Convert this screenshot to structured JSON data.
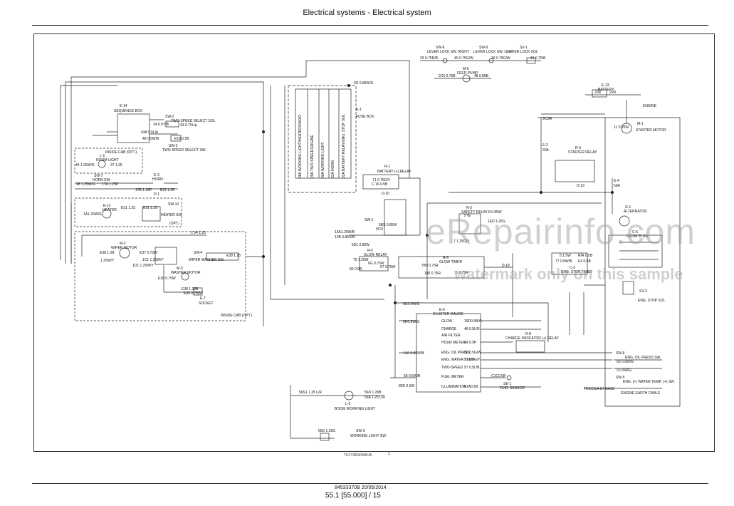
{
  "header": {
    "title": "Electrical systems - Electrical system"
  },
  "footer": {
    "drawing_code": "TU1Y36N005BJA",
    "drawing_number": "1",
    "doc_id": "84533370B 20/05/2014",
    "page_ref": "55.1 [55.000] / 15"
  },
  "watermark": {
    "line1": "eRepairinfo.com",
    "line2": "watermark only on this sample"
  },
  "components": {
    "sw8": "SW-8",
    "sw8_name": "LEVER LOCK SW. RIGHT",
    "sw9": "SW-9",
    "sw9_name": "LEVER LOCK SW. LEFT",
    "sv1": "SV-1",
    "sv1_name": "LEVER LOCK SOL",
    "m5": "M-5",
    "m5_name": "FEED PUMP",
    "e13": "E-13",
    "e13_name": "BATTERY",
    "engine": "ENGINE",
    "m1": "M-1",
    "m1_name": "STARTER MOTOR",
    "e14": "E-14",
    "e14_name": "SEQUENCE BOX",
    "sw2": "SW-2",
    "sw2_name": "TWO-SPEED SELECT SOL",
    "sw3": "SW-3",
    "sw3_name": "TWO-SPEED SELECT SW.",
    "e1": "E-1",
    "e1_name": "FUSE BOX",
    "inside_cab": "INSIDE CAB (OPT.)",
    "l1": "L-1",
    "l1_name": "ROOM LIGHT",
    "sw7": "SW-7",
    "sw7_name": "HORN SW.",
    "e3": "E-3",
    "e3_name": "HORN",
    "r1": "R-1",
    "r1_name": "BATTERY (+) RELAY",
    "e2": "E-2",
    "e2_fuse": "60A",
    "r3": "R-3",
    "r3_name": "STARTER RELAY",
    "d13": "D-13",
    "e4": "E-4",
    "e4_fuse": "50A",
    "g1": "G-1",
    "g1_name": "ALTERNATOR",
    "c6": "C-6",
    "c6_name": "GLOW PLUG",
    "d1": "D-1",
    "e12": "E-12",
    "e12_name": "HEATER",
    "sw10": "SW-10",
    "sw10_name": "HEATER SW.",
    "opt": "(OPT.)",
    "sw1": "SW-1",
    "r2": "R-2",
    "r2_name": "SAFETY RELAY",
    "d10": "D-10",
    "m2": "M-2",
    "m2_name": "WIPER MOTOR",
    "sw4": "SW-4",
    "sw4_name": "WIPER WASHER SW.",
    "m3": "M-3",
    "m3_name": "WASHER MOTOR",
    "e7": "E-7",
    "e7_name": "SOCKET",
    "inside_cab2": "INSIDE CAB (OPT.)",
    "r5": "R-5",
    "r5_name": "GLOW RELAY",
    "r6": "R-6",
    "r6_name": "GLOW TIMER",
    "d18": "D-18",
    "c2": "C-2",
    "c2_name": "ENG. STOP TIMER",
    "sv3": "SV-3",
    "sv3_name": "ENG. STOP SOL",
    "e6": "E-6",
    "e6_name": "CLUSTER GAUGE",
    "r8": "R-8",
    "r8_name": "CHARGE INDICATOR (+) RELAY",
    "sw6": "SW-6",
    "sw6_name": "ENG. OIL PRESS SW.",
    "sw5": "SW-5",
    "sw5_name": "ENG. (+) WATER TEMP. (+) SW.",
    "se1": "SE-1",
    "se1_name": "FUEL SENSOR",
    "l6": "L-6",
    "l6_name": "BOOM WORKING LIGHT",
    "sw_wl": "SW-3",
    "sw_wl_name": "WORKING LIGHT SW.",
    "earth1": "TRECCIA DI MASE",
    "earth2": "ENGINE EARTH CABLE"
  },
  "gauge_rows": [
    "GLOW",
    "CHARGE",
    "AIR FILTER",
    "HOUR METER",
    "ENG. OIL PRESS",
    "ENG. WATER TEMP",
    "TWO-SPEED",
    "FUEL METER",
    "ILLUMINATION"
  ],
  "gauge_wires": [
    "15D0.5B/O",
    "48 0.5L/R",
    "49 0.5P",
    "50 0.5G/W",
    "51 0.5G/Y",
    "57 0.5L/B",
    "52 0.5L/B",
    "C1C0.5B",
    "F1A0.5B"
  ],
  "fuse_labels": [
    "28A WORKING LIGHT/HEATER/RADIO",
    "29A TWO-SPEED/ENGINE",
    "30A WORKING LIGHT",
    "31A HORN",
    "32A BATTERY RELAY/ENG. STOP SOL"
  ],
  "wires": {
    "w1": "29 0.75R/B",
    "w2": "40 0.75G/W",
    "w3": "39 0.75G/W",
    "w4": "41 0.75/B",
    "w5": "2C6 0.75B",
    "w6": "48 0.85B",
    "w7": "5D 0.85W/G",
    "w8": "5CS8",
    "w9": "20R",
    "w10": "20R",
    "w11": "11 0.85W",
    "w12": "9CSR",
    "w13": "24 0.5Y/B",
    "w14": "43A 0.5L/p",
    "w15": "48 0.5W/B",
    "w16": "E16 0.5B",
    "w17": "43 0.75L/p",
    "w18": "44 1.25W/G",
    "w19": "37 1.25",
    "w20": "48 1.25W/G",
    "w21": "17A 1.25P",
    "w22": "17B 1.25P",
    "w23": "E22 1.25",
    "w24": "1A1.25W/G",
    "w25": "E31 1.25",
    "w26": "E21 1.25",
    "w27": "71 0.75G/Y",
    "w28": "C 16 0.5B",
    "w29": "5BS 0.85W",
    "w30": "5CD",
    "w31": "13A1.25W/B",
    "w32": "13B 0.85G/B",
    "w33": "5D1 0.85W",
    "w34": "E38 1.2B",
    "w35": "1.25W/Y",
    "w36": "E37 0.75W",
    "w37": "1C1 1.25W/Y",
    "w38": "E39 0.75W",
    "w39": "E38 1.25",
    "w40": "E38 1.25B",
    "w41": "1D1 1.25W/Y",
    "w42": "1 34 1.25",
    "w43": "E36 0.75W",
    "w44": "5 W",
    "w45": "7 1.25G/Y",
    "w46": "9 W",
    "w47": "8 0.85W",
    "w48": "1ED 1.25G",
    "w49": "75 1.25W",
    "w50": "80 0.5B",
    "w51": "6G 0.75W",
    "w52": "67 0.75W",
    "w53": "E46 0.5",
    "w54": "5J0 0.85W/B",
    "w55": "5KD 0.5W/B",
    "w56": "5M 0.5W/B",
    "w57": "5L 0.5W/B",
    "w58": "5G0.5W/G",
    "w59": "5H0.5W/G",
    "w60": "58 0.5W/B",
    "w61": "85D 0.5W",
    "w62": "E04 0.5W",
    "w63": "E65 0.5B",
    "w64": "7B0 0.75R",
    "w65": "180 0.75R",
    "w66": "5 0.75R",
    "w67": "E04 0.5W",
    "w68": "5 1.5W",
    "w69": "R/R 0.5B",
    "w70": "77 0.5W/B",
    "w71": "E4 0.5B",
    "w72": "50 0.5W/G",
    "w73": "0 0.5W/G",
    "w74": "E18 1.25B",
    "w75": "1 1.25B",
    "w76": "56S1 1.25 L/R",
    "w77": "56D 1.25B",
    "w78": "56A 1.25 L/R",
    "w79": "56D 1.25G"
  }
}
